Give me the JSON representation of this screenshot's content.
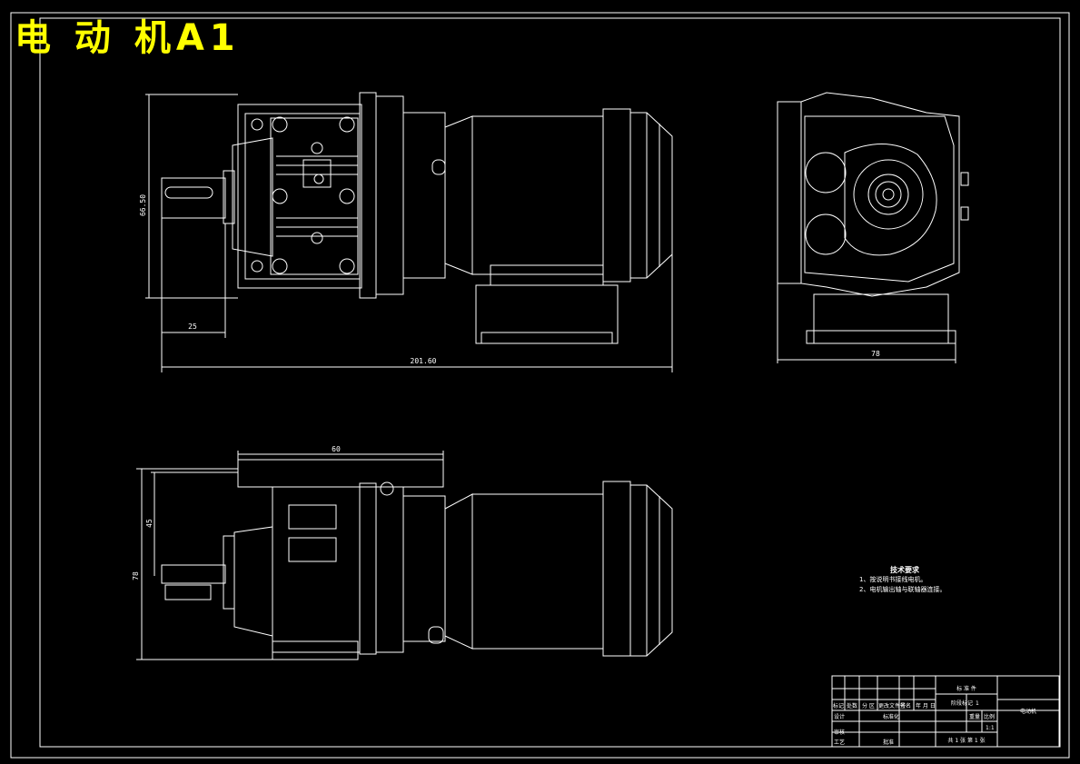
{
  "title": "电 动 机A1",
  "dimensions": {
    "top_height": "66.50",
    "top_shaft": "25",
    "top_length": "201.60",
    "side_width": "78",
    "bottom_top": "60",
    "bottom_mid": "45",
    "bottom_height": "78"
  },
  "notes": {
    "heading": "技术要求",
    "items": [
      "1、按说明书接线电机。",
      "2、电机输出轴与联轴器连接。"
    ]
  },
  "title_block": {
    "part_name": "电动机",
    "material": "标 准 件",
    "quantity": "1",
    "scale": "1:1",
    "sheet": "共 1 张   第 1 张",
    "row_labels": [
      "标记",
      "处数",
      "分 区",
      "更改文件号",
      "签名",
      "年 月 日"
    ],
    "design": "设计",
    "standard": "标准化",
    "review": "审核",
    "craft": "工艺",
    "approve": "批准",
    "stage": "阶段标记",
    "weight": "重量",
    "ratio": "比例"
  },
  "colors": {
    "background": "#000000",
    "lines": "#ffffff",
    "title": "#ffff00"
  }
}
